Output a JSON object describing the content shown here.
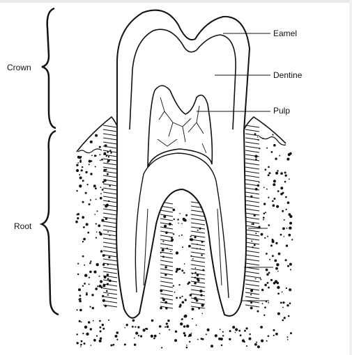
{
  "labels": {
    "crown": "Crown",
    "root": "Root",
    "enamel": "Eamel",
    "dentine": "Dentine",
    "pulp": "Pulp"
  },
  "colors": {
    "ink": "#111111",
    "background": "#ffffff"
  }
}
